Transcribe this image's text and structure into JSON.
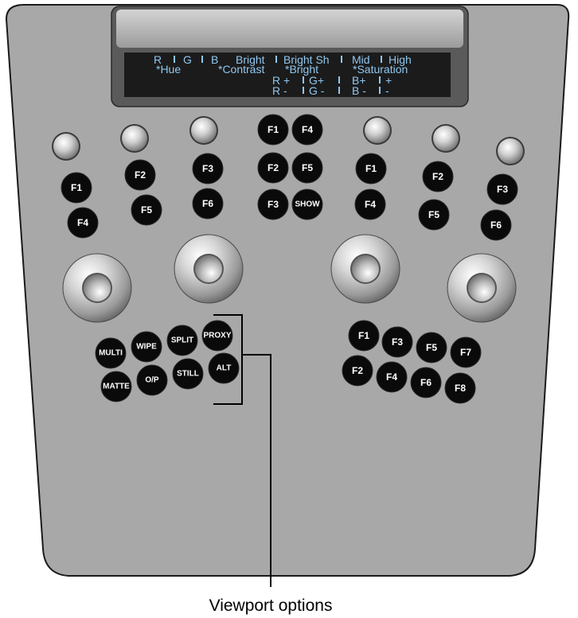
{
  "display": {
    "row1": [
      "R",
      "G",
      "B",
      "Bright",
      "Bright Sh",
      "Mid",
      "High"
    ],
    "row2": [
      "*Hue",
      "*Contrast",
      "*Bright",
      "*Saturation"
    ],
    "row3": [
      "R +",
      "G+",
      "B+",
      "+"
    ],
    "row4": [
      "R -",
      "G -",
      "B -",
      "-"
    ]
  },
  "buttons": {
    "left_group": [
      "F1",
      "F4",
      "F2",
      "F5",
      "F3",
      "F6"
    ],
    "center_group": [
      "F1",
      "F4",
      "F2",
      "F5",
      "F3",
      "SHOW"
    ],
    "right_group": [
      "F1",
      "F4",
      "F2",
      "F5",
      "F3",
      "F6"
    ],
    "viewport": [
      "MULTI",
      "WIPE",
      "SPLIT",
      "PROXY",
      "MATTE",
      "O/P",
      "STILL",
      "ALT"
    ],
    "lower_right": [
      "F1",
      "F3",
      "F5",
      "F7",
      "F2",
      "F4",
      "F6",
      "F8"
    ]
  },
  "callout": {
    "label": "Viewport options"
  },
  "colors": {
    "panel": "#a8a8a8",
    "lcd_background": "#1b1b1b",
    "lcd_text": "#8fc7ef",
    "button": "#0a0a0a"
  }
}
